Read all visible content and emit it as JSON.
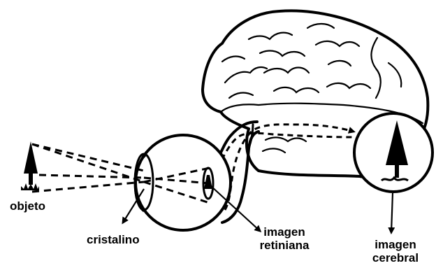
{
  "labels": {
    "object": "objeto",
    "lens": "cristalino",
    "retinal_image_line1": "imagen",
    "retinal_image_line2": "retiniana",
    "cerebral_image_line1": "imagen",
    "cerebral_image_line2": "cerebral"
  },
  "colors": {
    "ink": "#000000",
    "paper": "#ffffff"
  }
}
